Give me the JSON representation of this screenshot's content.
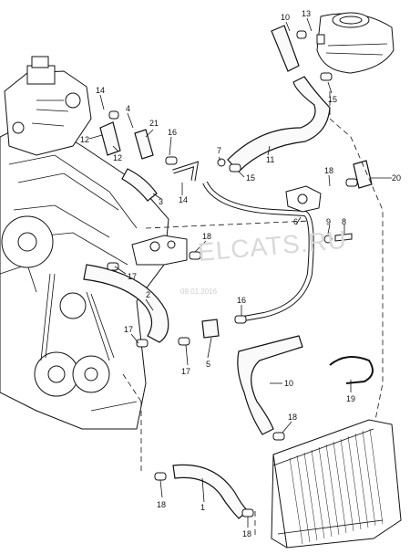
{
  "watermark": {
    "site": "ELCATS.RU",
    "date": "09.01.2016"
  },
  "callouts": [
    {
      "id": "c10a",
      "text": "10"
    },
    {
      "id": "c13",
      "text": "13"
    },
    {
      "id": "c15",
      "text": "15"
    },
    {
      "id": "c14a",
      "text": "14"
    },
    {
      "id": "c12a",
      "text": "12"
    },
    {
      "id": "c4",
      "text": "4"
    },
    {
      "id": "c21",
      "text": "21"
    },
    {
      "id": "c16a",
      "text": "16"
    },
    {
      "id": "c7",
      "text": "7"
    },
    {
      "id": "c12b",
      "text": "12"
    },
    {
      "id": "c11",
      "text": "11"
    },
    {
      "id": "c15b",
      "text": "15"
    },
    {
      "id": "c18a",
      "text": "18"
    },
    {
      "id": "c20",
      "text": "20"
    },
    {
      "id": "c3",
      "text": "3"
    },
    {
      "id": "c14b",
      "text": "14"
    },
    {
      "id": "c9",
      "text": "9"
    },
    {
      "id": "c8",
      "text": "8"
    },
    {
      "id": "c6",
      "text": "6"
    },
    {
      "id": "c18b",
      "text": "18"
    },
    {
      "id": "c17a",
      "text": "17"
    },
    {
      "id": "c2",
      "text": "2"
    },
    {
      "id": "c16b",
      "text": "16"
    },
    {
      "id": "c17b",
      "text": "17"
    },
    {
      "id": "c17c",
      "text": "17"
    },
    {
      "id": "c5",
      "text": "5"
    },
    {
      "id": "c10b",
      "text": "10"
    },
    {
      "id": "c19",
      "text": "19"
    },
    {
      "id": "c18c",
      "text": "18"
    },
    {
      "id": "c18d",
      "text": "18"
    },
    {
      "id": "c1",
      "text": "1"
    },
    {
      "id": "c18e",
      "text": "18"
    }
  ]
}
